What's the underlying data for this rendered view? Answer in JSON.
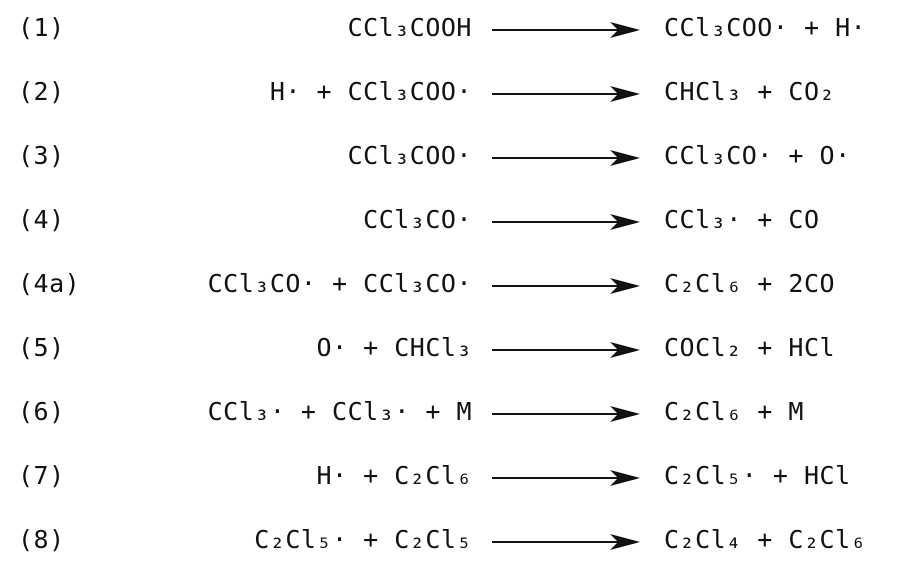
{
  "reactions": [
    {
      "number": "(1)",
      "lhs": "CCl₃COOH",
      "rhs": "CCl₃COO· + H·"
    },
    {
      "number": "(2)",
      "lhs": "H· + CCl₃COO·",
      "rhs": "CHCl₃ + CO₂"
    },
    {
      "number": "(3)",
      "lhs": "CCl₃COO·",
      "rhs": "CCl₃CO· + O·"
    },
    {
      "number": "(4)",
      "lhs": "CCl₃CO·",
      "rhs": "CCl₃· + CO"
    },
    {
      "number": "(4a)",
      "lhs": "CCl₃CO· + CCl₃CO·",
      "rhs": "C₂Cl₆ + 2CO"
    },
    {
      "number": "(5)",
      "lhs": "O· + CHCl₃",
      "rhs": "COCl₂ + HCl"
    },
    {
      "number": "(6)",
      "lhs": "CCl₃· + CCl₃· + M",
      "rhs": "C₂Cl₆ + M"
    },
    {
      "number": "(7)",
      "lhs": "H· + C₂Cl₆",
      "rhs": "C₂Cl₅· + HCl"
    },
    {
      "number": "(8)",
      "lhs": "C₂Cl₅· + C₂Cl₅",
      "rhs": "C₂Cl₄ + C₂Cl₆"
    }
  ],
  "colors": {
    "ink": "#111111",
    "paper": "#ffffff"
  }
}
